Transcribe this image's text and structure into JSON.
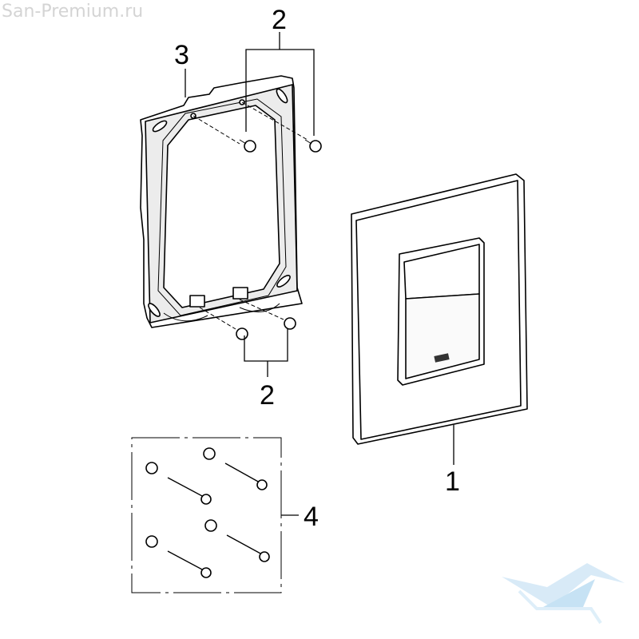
{
  "watermark": "San-Premium.ru",
  "callouts": {
    "plate": "1",
    "screws_top": "2",
    "screws_bottom": "2",
    "frame": "3",
    "wall_fixings": "4"
  },
  "colors": {
    "watermark_text": "#d4d4d4",
    "logo_blue": "#b9dcf2"
  }
}
